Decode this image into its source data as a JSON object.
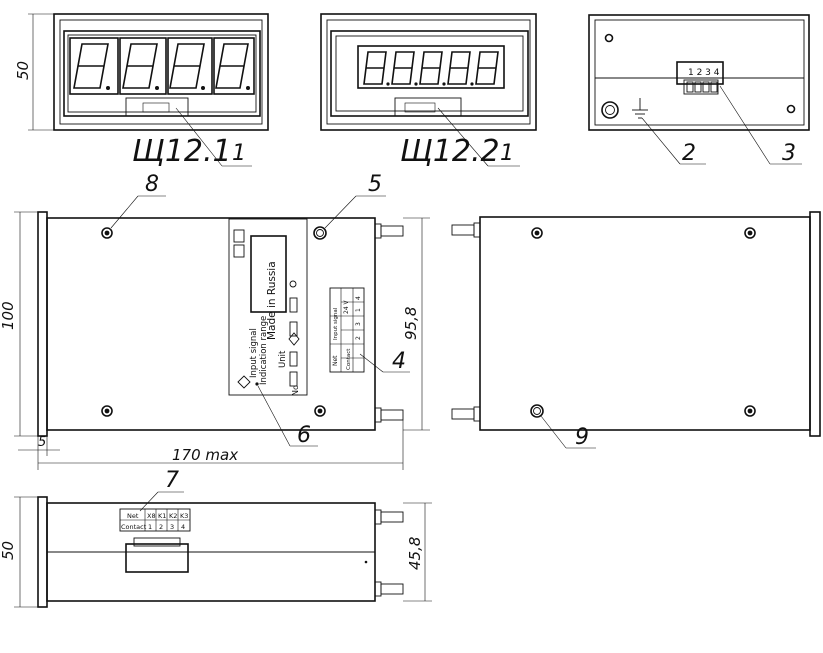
{
  "labels": {
    "model1": "Щ12.1",
    "model2": "Щ12.2",
    "callouts": [
      "1",
      "1",
      "2",
      "3",
      "8",
      "5",
      "4",
      "6",
      "9",
      "7"
    ]
  },
  "dimensions": {
    "height_front": "50",
    "height_top": "100",
    "depth_inner": "95,8",
    "width_total": "170 max",
    "offset": "5",
    "height_side": "50",
    "depth_side": "45,8"
  },
  "terminal_numbers": "1 2 3 4",
  "nameplate": {
    "made": "Made in Russia",
    "input": "Input signal",
    "range": "Indication range",
    "unit": "Unit",
    "no": "No"
  },
  "connector_table": {
    "r1": [
      "24 V",
      "~",
      "~",
      "1",
      "4"
    ],
    "r2": [
      "Input signal",
      "+",
      "−",
      "2",
      "3"
    ],
    "r3": [
      "Net",
      "Contact",
      "1",
      "2",
      "3",
      "4"
    ]
  },
  "side_table": {
    "header": [
      "Net",
      "X8",
      "K1",
      "K2",
      "K3"
    ],
    "row": [
      "Contact",
      "1",
      "2",
      "3",
      "4"
    ]
  }
}
